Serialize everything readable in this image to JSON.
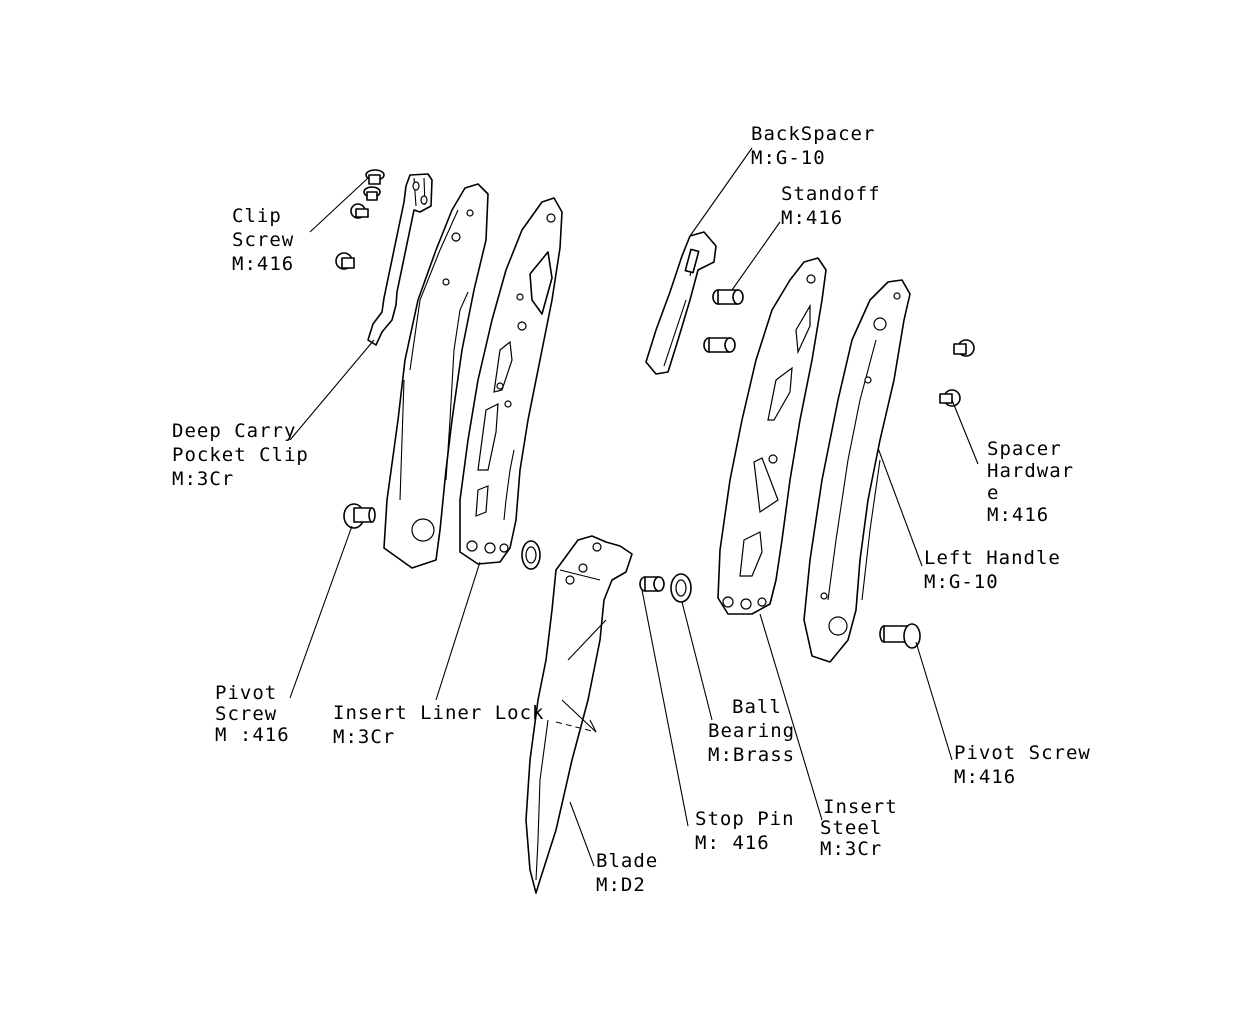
{
  "labels": {
    "clip_screw": {
      "name_line1": "Clip",
      "name_line2": "Screw",
      "material": "M:416"
    },
    "pocket_clip": {
      "name_line1": "Deep Carry",
      "name_line2": "Pocket Clip",
      "material": "M:3Cr"
    },
    "pivot_screw_left": {
      "name_line1": "Pivot",
      "name_line2": "Screw",
      "material": "M :416"
    },
    "insert_liner_lock": {
      "name": "Insert Liner Lock",
      "material": "M:3Cr"
    },
    "backspacer": {
      "name": "BackSpacer",
      "material": "M:G-10"
    },
    "standoff": {
      "name": "Standoff",
      "material": "M:416"
    },
    "spacer_hardware": {
      "name_line1": "Spacer",
      "name_line2": "Hardwar",
      "name_line3": "e",
      "material": "M:416"
    },
    "left_handle": {
      "name": "Left Handle",
      "material": "M:G-10"
    },
    "pivot_screw_right": {
      "name": "Pivot Screw",
      "material": "M:416"
    },
    "ball_bearing": {
      "name_line1": "Ball",
      "name_line2": "Bearing",
      "material": "M:Brass"
    },
    "stop_pin": {
      "name": "Stop Pin",
      "material": "M: 416"
    },
    "insert_steel": {
      "name_line1": "Insert",
      "name_line2": "Steel",
      "material": "M:3Cr"
    },
    "blade": {
      "name": "Blade",
      "material": "M:D2"
    }
  },
  "colors": {
    "line": "#000000",
    "background": "#ffffff"
  }
}
